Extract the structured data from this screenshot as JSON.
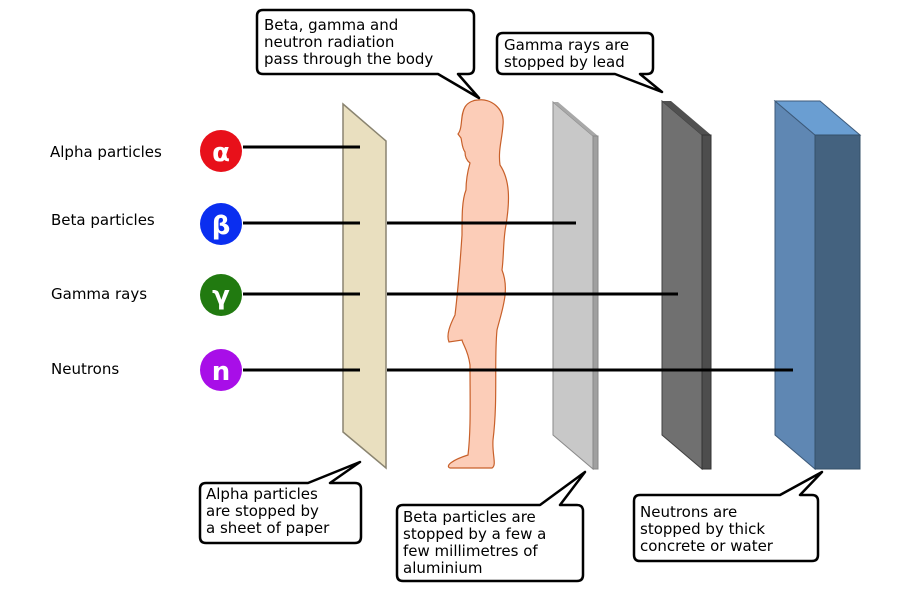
{
  "particles": [
    {
      "label": "Alpha particles",
      "symbol": "α",
      "color": "#e8101a"
    },
    {
      "label": "Beta particles",
      "symbol": "β",
      "color": "#0a2ef0"
    },
    {
      "label": "Gamma rays",
      "symbol": "γ",
      "color": "#217a10"
    },
    {
      "label": "Neutrons",
      "symbol": "n",
      "color": "#a80ee8"
    }
  ],
  "callouts": {
    "body": [
      "Beta, gamma and",
      "neutron radiation",
      "pass through the body"
    ],
    "lead": [
      "Gamma rays are",
      "stopped by lead"
    ],
    "paper": [
      "Alpha particles",
      "are stopped by",
      "a sheet of paper"
    ],
    "aluminium": [
      "Beta particles are",
      "stopped by a few a",
      "few millimetres of",
      "aluminium"
    ],
    "concrete": [
      "Neutrons are",
      "stopped by thick",
      "concrete or water"
    ]
  },
  "colors": {
    "paper": "#e9dfbf",
    "aluminium": "#c8c8c8",
    "lead": "#707070",
    "concrete": "#5f87b3",
    "skin": "#fccdb8"
  }
}
